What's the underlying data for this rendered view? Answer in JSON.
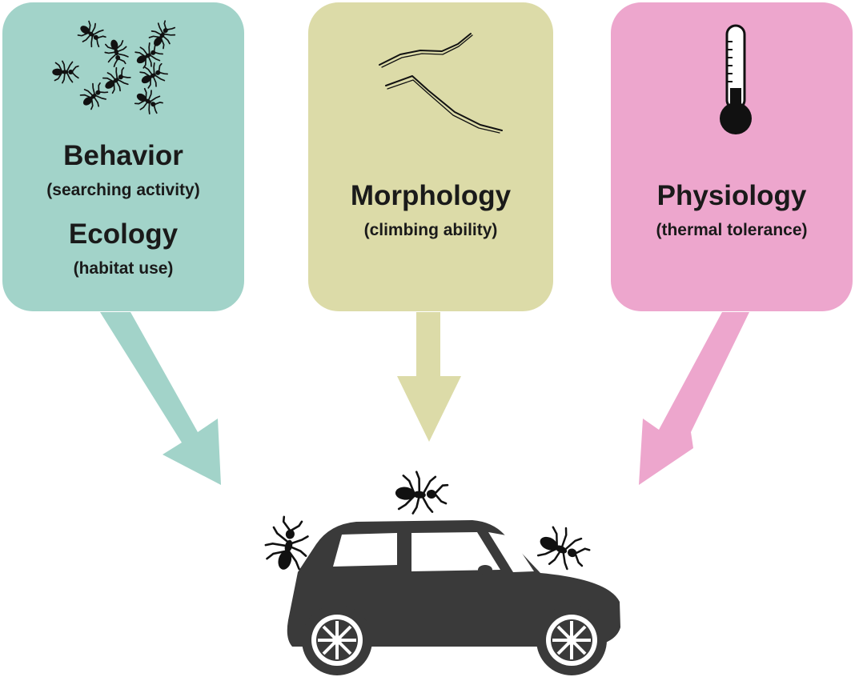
{
  "panels": [
    {
      "id": "behavior-ecology",
      "heading1": "Behavior",
      "sub1": "(searching activity)",
      "heading2": "Ecology",
      "sub2": "(habitat use)",
      "color": "#a2d3c9"
    },
    {
      "id": "morphology",
      "heading": "Morphology",
      "sub": "(climbing ability)",
      "color": "#dcdba8"
    },
    {
      "id": "physiology",
      "heading": "Physiology",
      "sub": "(thermal tolerance)",
      "color": "#eda6cd"
    }
  ],
  "icons": {
    "left": "ant-group-icon",
    "center": "ant-legs-icon",
    "right": "thermometer-icon",
    "bottom": "car-with-ants-icon"
  },
  "colors": {
    "text": "#1a1a1a",
    "silhouette": "#3a3a3a"
  }
}
